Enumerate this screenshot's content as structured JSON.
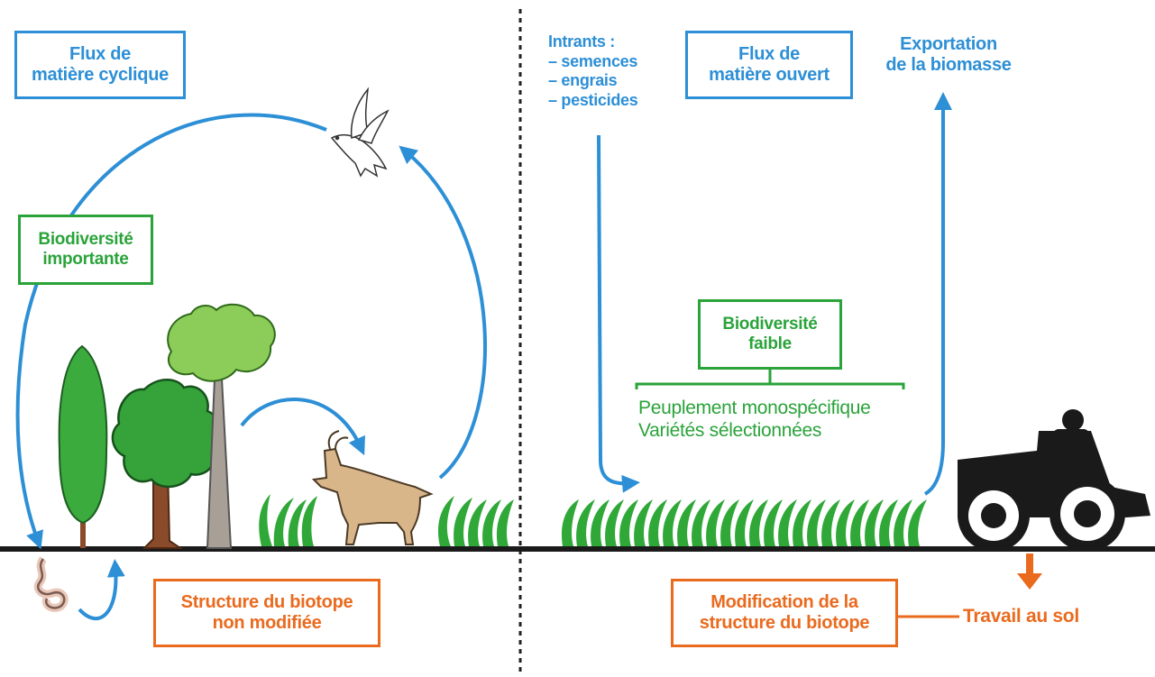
{
  "left": {
    "flux_box": {
      "line1": "Flux de",
      "line2": "matière cyclique"
    },
    "biodiversity_box": {
      "line1": "Biodiversité",
      "line2": "importante"
    },
    "structure_box": {
      "line1": "Structure du biotope",
      "line2": "non modifiée"
    }
  },
  "right": {
    "intrants": {
      "title": "Intrants :",
      "items": [
        "– semences",
        "– engrais",
        "– pesticides"
      ]
    },
    "flux_box": {
      "line1": "Flux de",
      "line2": "matière ouvert"
    },
    "export": {
      "line1": "Exportation",
      "line2": "de la biomasse"
    },
    "biodiversity_box": {
      "line1": "Biodiversité",
      "line2": "faible"
    },
    "peuplement": {
      "line1": "Peuplement monospécifique",
      "line2": "Variétés sélectionnées"
    },
    "structure_box": {
      "line1": "Modification de la",
      "line2": "structure du biotope"
    },
    "travail": "Travail au sol"
  },
  "colors": {
    "blue": "#2d8fd6",
    "green": "#2aa33a",
    "orange": "#ea6a1e",
    "ground": "#1a1a1a"
  },
  "icons": [
    "dove-icon",
    "worm-icon",
    "goat-icon",
    "tractor-icon",
    "poplar-tree-icon",
    "oak-tree-icon",
    "acacia-tree-icon",
    "grass-tuft-icon"
  ]
}
